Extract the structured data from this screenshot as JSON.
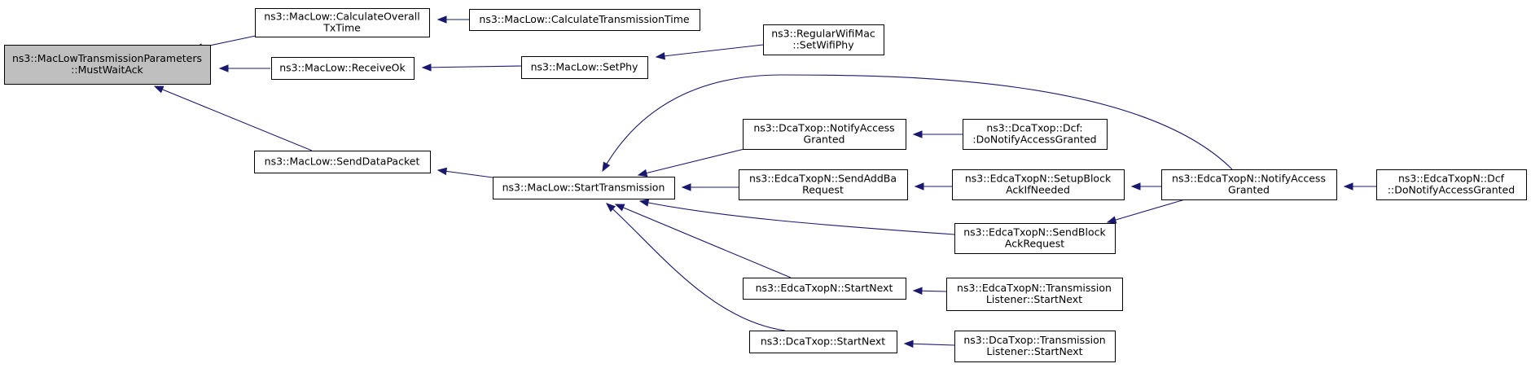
{
  "diagram": {
    "nodes": [
      {
        "id": "mwa",
        "lines": [
          "ns3::MacLowTransmissionParameters",
          "::MustWaitAck"
        ],
        "highlight": true
      },
      {
        "id": "cotx",
        "lines": [
          "ns3::MacLow::CalculateOverall",
          "TxTime"
        ]
      },
      {
        "id": "ctt",
        "lines": [
          "ns3::MacLow::CalculateTransmissionTime"
        ]
      },
      {
        "id": "rok",
        "lines": [
          "ns3::MacLow::ReceiveOk"
        ]
      },
      {
        "id": "setphy",
        "lines": [
          "ns3::MacLow::SetPhy"
        ]
      },
      {
        "id": "rwm",
        "lines": [
          "ns3::RegularWifiMac",
          "::SetWifiPhy"
        ]
      },
      {
        "id": "sdp",
        "lines": [
          "ns3::MacLow::SendDataPacket"
        ]
      },
      {
        "id": "st",
        "lines": [
          "ns3::MacLow::StartTransmission"
        ]
      },
      {
        "id": "dtna",
        "lines": [
          "ns3::DcaTxop::NotifyAccess",
          "Granted"
        ]
      },
      {
        "id": "dtdcf",
        "lines": [
          "ns3::DcaTxop::Dcf:",
          ":DoNotifyAccessGranted"
        ]
      },
      {
        "id": "esab",
        "lines": [
          "ns3::EdcaTxopN::SendAddBa",
          "Request"
        ]
      },
      {
        "id": "esbain",
        "lines": [
          "ns3::EdcaTxopN::SetupBlock",
          "AckIfNeeded"
        ]
      },
      {
        "id": "ena",
        "lines": [
          "ns3::EdcaTxopN::NotifyAccess",
          "Granted"
        ]
      },
      {
        "id": "edcf",
        "lines": [
          "ns3::EdcaTxopN::Dcf",
          "::DoNotifyAccessGranted"
        ]
      },
      {
        "id": "esbar",
        "lines": [
          "ns3::EdcaTxopN::SendBlock",
          "AckRequest"
        ]
      },
      {
        "id": "esn",
        "lines": [
          "ns3::EdcaTxopN::StartNext"
        ]
      },
      {
        "id": "etlsn",
        "lines": [
          "ns3::EdcaTxopN::Transmission",
          "Listener::StartNext"
        ]
      },
      {
        "id": "dsn",
        "lines": [
          "ns3::DcaTxop::StartNext"
        ]
      },
      {
        "id": "dtlsn",
        "lines": [
          "ns3::DcaTxop::Transmission",
          "Listener::StartNext"
        ]
      }
    ],
    "edges": [
      {
        "from": "cotx",
        "to": "mwa"
      },
      {
        "from": "rok",
        "to": "mwa"
      },
      {
        "from": "sdp",
        "to": "mwa"
      },
      {
        "from": "ctt",
        "to": "cotx"
      },
      {
        "from": "setphy",
        "to": "rok"
      },
      {
        "from": "rwm",
        "to": "setphy"
      },
      {
        "from": "st",
        "to": "sdp"
      },
      {
        "from": "dtna",
        "to": "st"
      },
      {
        "from": "ena",
        "to": "st"
      },
      {
        "from": "esab",
        "to": "st"
      },
      {
        "from": "esbar",
        "to": "st"
      },
      {
        "from": "esn",
        "to": "st"
      },
      {
        "from": "dsn",
        "to": "st"
      },
      {
        "from": "dtdcf",
        "to": "dtna"
      },
      {
        "from": "esbain",
        "to": "esab"
      },
      {
        "from": "ena",
        "to": "esbain"
      },
      {
        "from": "ena",
        "to": "esbar"
      },
      {
        "from": "edcf",
        "to": "ena"
      },
      {
        "from": "etlsn",
        "to": "esn"
      },
      {
        "from": "dtlsn",
        "to": "dsn"
      }
    ]
  }
}
